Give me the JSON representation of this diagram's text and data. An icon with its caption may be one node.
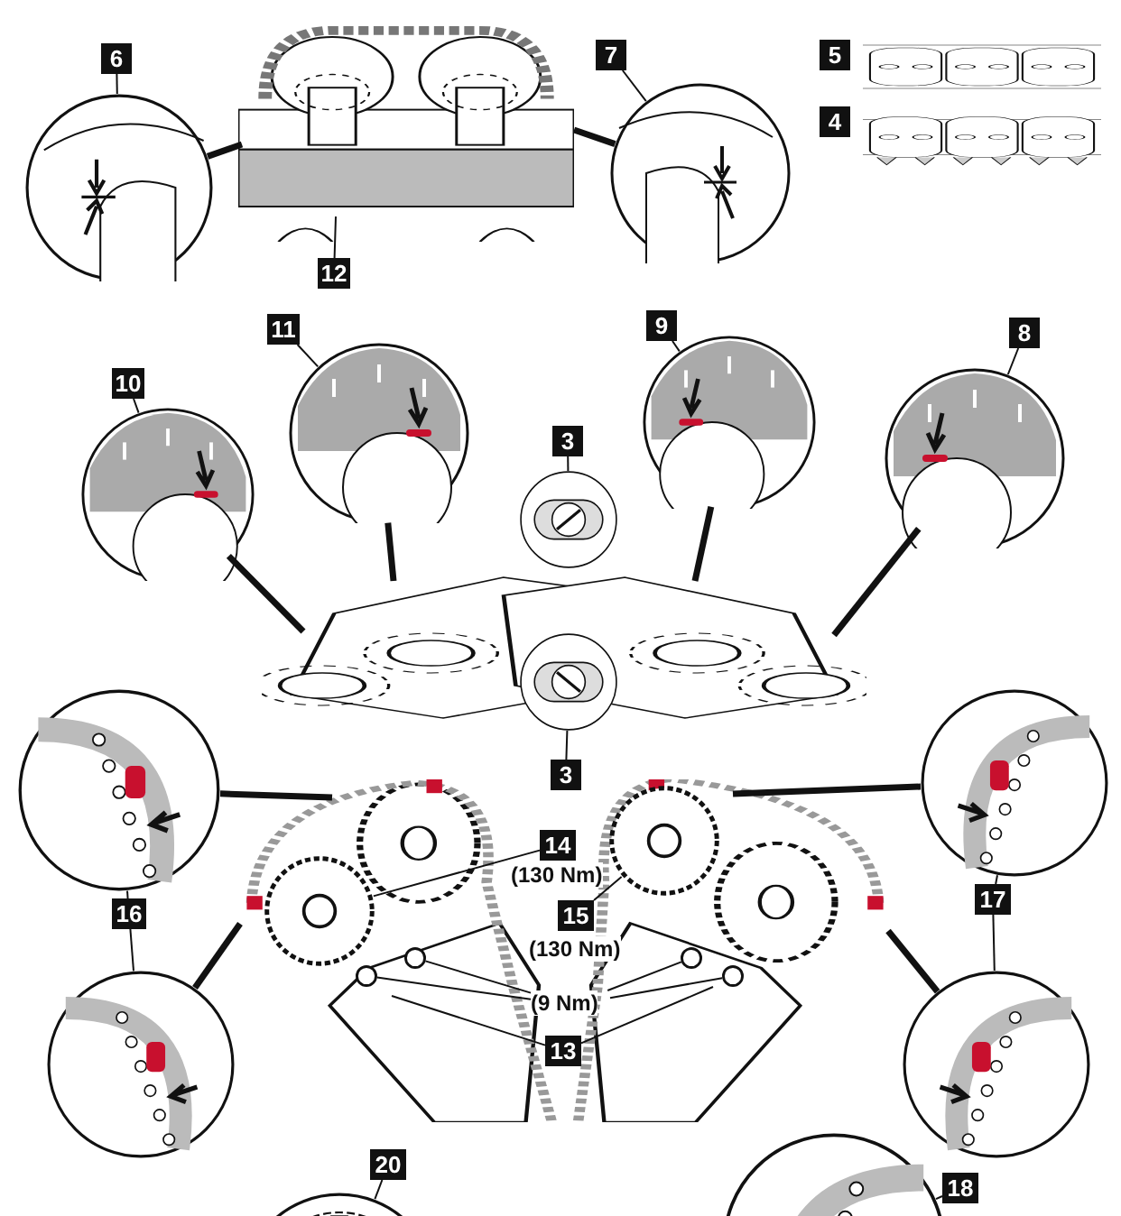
{
  "diagram": {
    "nodes": [
      {
        "text": [
          "6"
        ]
      },
      {
        "text": [
          "7"
        ]
      },
      {
        "text": [
          "5"
        ]
      },
      {
        "text": [
          "4"
        ]
      },
      {
        "text": [
          "12"
        ]
      },
      {
        "text": [
          "10"
        ]
      },
      {
        "text": [
          "11"
        ]
      },
      {
        "text": [
          "9"
        ]
      },
      {
        "text": [
          "8"
        ]
      },
      {
        "text": [
          "3"
        ]
      },
      {
        "text": [
          "3"
        ]
      },
      {
        "text": [
          "16"
        ]
      },
      {
        "text": [
          "14"
        ],
        "beside": [
          "(130 Nm)"
        ],
        "in": 35
      },
      {
        "text": [
          "15"
        ],
        "beside": [
          "(130 Nm)"
        ],
        "in": 35
      },
      {
        "text": [
          "17"
        ]
      },
      {
        "text": [
          "13"
        ],
        "in": 35
      },
      {
        "text": [
          "(9 Nm)"
        ],
        "in": 35
      },
      {
        "text": [
          "20"
        ]
      },
      {
        "text": [
          "18"
        ]
      },
      {
        "text": [],
        "shape": "picture"
      },
      {
        "text": [],
        "shape": "picture"
      },
      {
        "text": [],
        "shape": "picture"
      },
      {
        "text": [],
        "shape": "picture"
      },
      {
        "text": [],
        "shape": "picture"
      },
      {
        "text": [],
        "shape": "picture"
      },
      {
        "text": [],
        "shape": "picture"
      },
      {
        "text": [],
        "shape": "picture"
      },
      {
        "text": [],
        "shape": "picture"
      },
      {
        "text": [],
        "shape": "picture"
      },
      {
        "text": [],
        "shape": "picture"
      },
      {
        "text": [],
        "shape": "picture"
      },
      {
        "text": [],
        "shape": "picture"
      },
      {
        "text": [],
        "shape": "picture"
      },
      {
        "text": [],
        "shape": "picture"
      },
      {
        "text": [],
        "shape": "picture"
      },
      {
        "text": [],
        "shape": "picture"
      },
      {
        "text": [],
        "shape": "picture"
      },
      {
        "text": [],
        "shape": "picture"
      },
      {
        "text": [],
        "shape": "gear",
        "in": 35
      },
      {
        "text": [],
        "shape": "gear",
        "in": 35
      },
      {
        "text": [],
        "shape": "circle",
        "in": 35
      },
      {
        "text": [],
        "shape": "circle",
        "in": 35
      },
      {
        "text": [],
        "shape": "circle",
        "in": 35
      },
      {
        "text": [],
        "shape": "circle",
        "in": 35
      }
    ],
    "edges": [
      {
        "from": 0,
        "to": 19,
        "arrow": "none"
      },
      {
        "from": 19,
        "to": 21,
        "arrow": "none",
        "style": "thick"
      },
      {
        "from": 1,
        "to": 20,
        "arrow": "none"
      },
      {
        "from": 20,
        "to": 21,
        "arrow": "none",
        "style": "thick"
      },
      {
        "from": 4,
        "to": 21,
        "arrow": "none"
      },
      {
        "from": 5,
        "to": 24,
        "arrow": "none"
      },
      {
        "from": 24,
        "to": 30,
        "arrow": "none",
        "style": "thick"
      },
      {
        "from": 6,
        "to": 25,
        "arrow": "none"
      },
      {
        "from": 25,
        "to": 30,
        "arrow": "none",
        "style": "thick"
      },
      {
        "from": 7,
        "to": 26,
        "arrow": "none"
      },
      {
        "from": 26,
        "to": 30,
        "arrow": "none",
        "style": "thick"
      },
      {
        "from": 8,
        "to": 27,
        "arrow": "none"
      },
      {
        "from": 27,
        "to": 30,
        "arrow": "none",
        "style": "thick"
      },
      {
        "from": 9,
        "to": 28,
        "arrow": "none"
      },
      {
        "from": 10,
        "to": 29,
        "arrow": "none"
      },
      {
        "from": 11,
        "to": 31,
        "arrow": "none"
      },
      {
        "from": 11,
        "to": 32,
        "arrow": "none"
      },
      {
        "from": 31,
        "to": 35,
        "arrow": "none",
        "style": "thick"
      },
      {
        "from": 32,
        "to": 35,
        "arrow": "none",
        "style": "thick"
      },
      {
        "from": 14,
        "to": 33,
        "arrow": "none"
      },
      {
        "from": 14,
        "to": 34,
        "arrow": "none"
      },
      {
        "from": 33,
        "to": 35,
        "arrow": "none",
        "style": "thick"
      },
      {
        "from": 34,
        "to": 35,
        "arrow": "none",
        "style": "thick"
      },
      {
        "from": 12,
        "to": 38,
        "arrow": "none"
      },
      {
        "from": 13,
        "to": 39,
        "arrow": "none"
      },
      {
        "from": 15,
        "to": 35,
        "arrow": "none"
      },
      {
        "from": 15,
        "to": 35,
        "arrow": "none"
      },
      {
        "from": 16,
        "to": 40,
        "arrow": "none"
      },
      {
        "from": 16,
        "to": 41,
        "arrow": "none"
      },
      {
        "from": 16,
        "to": 42,
        "arrow": "none"
      },
      {
        "from": 16,
        "to": 43,
        "arrow": "none"
      },
      {
        "from": 17,
        "to": 37,
        "arrow": "none"
      },
      {
        "from": 18,
        "to": 36,
        "arrow": "none"
      }
    ]
  }
}
